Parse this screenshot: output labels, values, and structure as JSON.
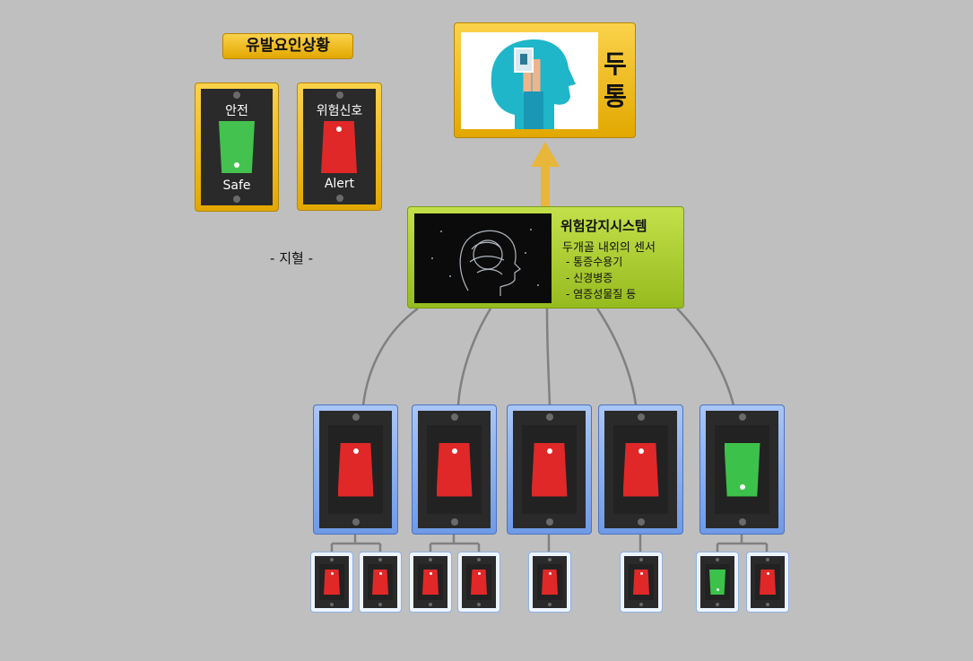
{
  "legend": {
    "title": "유발요인상황",
    "safe_top": "안전",
    "safe_bottom": "Safe",
    "alert_top": "위험신호",
    "alert_bottom": "Alert",
    "note": "- 지혈 -"
  },
  "top_node": {
    "title": "두통"
  },
  "system_node": {
    "title": "위험감지시스템",
    "subtitle": "두개골 내외의 센서",
    "items": [
      "- 통증수용기",
      "- 신경병증",
      "- 염증성물질 등"
    ]
  },
  "switch_states": {
    "large": [
      "alert",
      "alert",
      "alert",
      "alert",
      "safe"
    ],
    "small": [
      "alert",
      "alert",
      "alert",
      "alert",
      "alert",
      "alert",
      "safe",
      "alert"
    ]
  },
  "colors": {
    "alert": "#e02828",
    "safe": "#3cc24a",
    "connector": "#808080",
    "arrow": "#e8b63a"
  }
}
